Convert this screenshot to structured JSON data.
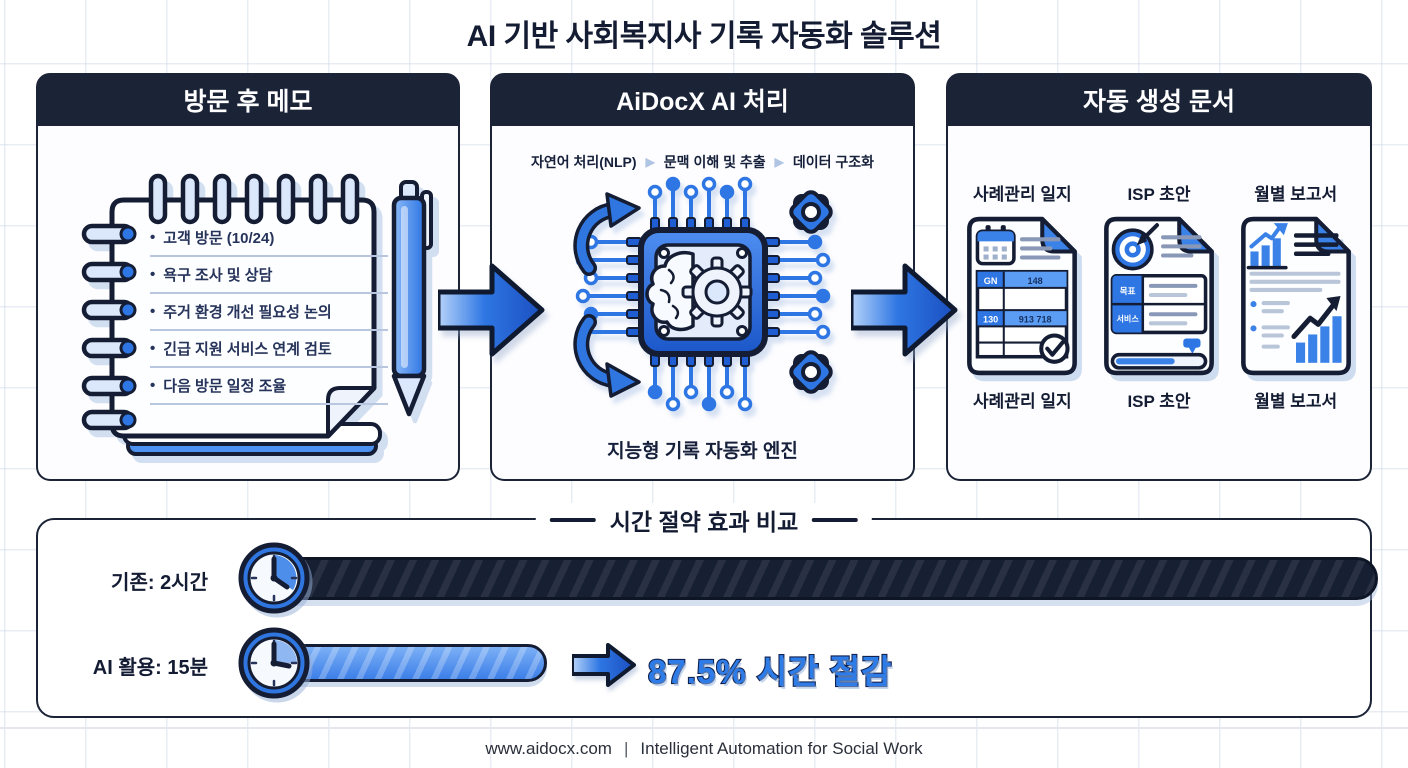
{
  "title": "AI 기반 사회복지사 기록 자동화 솔루션",
  "memo_panel": {
    "header": "방문 후 메모",
    "bullet": "•",
    "notes": [
      "고객 방문 (10/24)",
      "욕구 조사 및 상담",
      "주거 환경 개선 필요성 논의",
      "긴급 지원 서비스 연계 검토",
      "다음 방문 일정 조율"
    ]
  },
  "ai_panel": {
    "header": "AiDocX AI 처리",
    "separator": "▶",
    "pipeline": [
      "자연어 처리(NLP)",
      "문맥 이해 및 추출",
      "데이터 구조화"
    ],
    "caption": "지능형 기록 자동화 엔진"
  },
  "docs_panel": {
    "header": "자동 생성 문서",
    "documents": [
      {
        "label_top": "사례관리 일지",
        "label_bottom": "사례관리 일지"
      },
      {
        "label_top": "ISP 초안",
        "label_bottom": "ISP 초안"
      },
      {
        "label_top": "월별 보고서",
        "label_bottom": "월별 보고서"
      }
    ],
    "case_log_cells": {
      "c1": "GN",
      "c2": "148",
      "c3": "130",
      "c4": "913 718"
    },
    "isp_labels": {
      "r1": "목표",
      "r2": "서비스"
    }
  },
  "comparison": {
    "title": "시간 절약 효과 비교",
    "rows": [
      {
        "label": "기존: 2시간",
        "minutes": 120,
        "bar_percent": 100
      },
      {
        "label": "AI 활용: 15분",
        "minutes": 15,
        "bar_percent": 25
      }
    ],
    "result": "87.5% 시간 절감"
  },
  "footer": {
    "url": "www.aidocx.com",
    "separator": "|",
    "tagline": "Intelligent Automation for Social Work"
  },
  "colors": {
    "navy": "#1b2337",
    "outline": "#141d33",
    "blue": "#2e76e3",
    "light_blue": "#5b9cf5",
    "pale_blue": "#dbe7fb",
    "result_blue": "#2d7ce8"
  }
}
